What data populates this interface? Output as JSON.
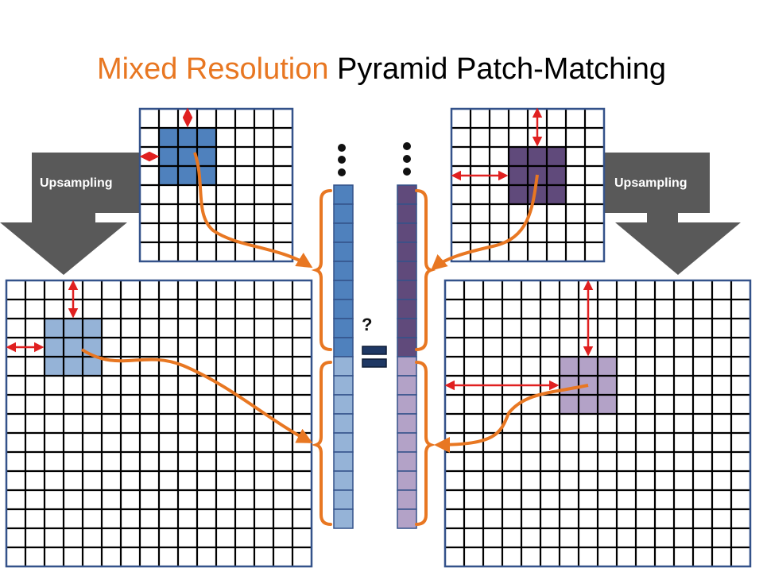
{
  "title": {
    "highlight": "Mixed Resolution",
    "rest": "Pyramid Patch-Matching"
  },
  "upsample_label_left": "Upsampling",
  "upsample_label_right": "Upsampling",
  "compare_symbol": "?",
  "colors": {
    "orange": "#e87722",
    "grid_border": "#34528a",
    "blue_dark": "#4f81bd",
    "blue_light": "#95b3d7",
    "purple_dark": "#604a7b",
    "purple_light": "#b3a2c7",
    "red_arrow": "#e02020",
    "gray_arrow": "#595959"
  }
}
